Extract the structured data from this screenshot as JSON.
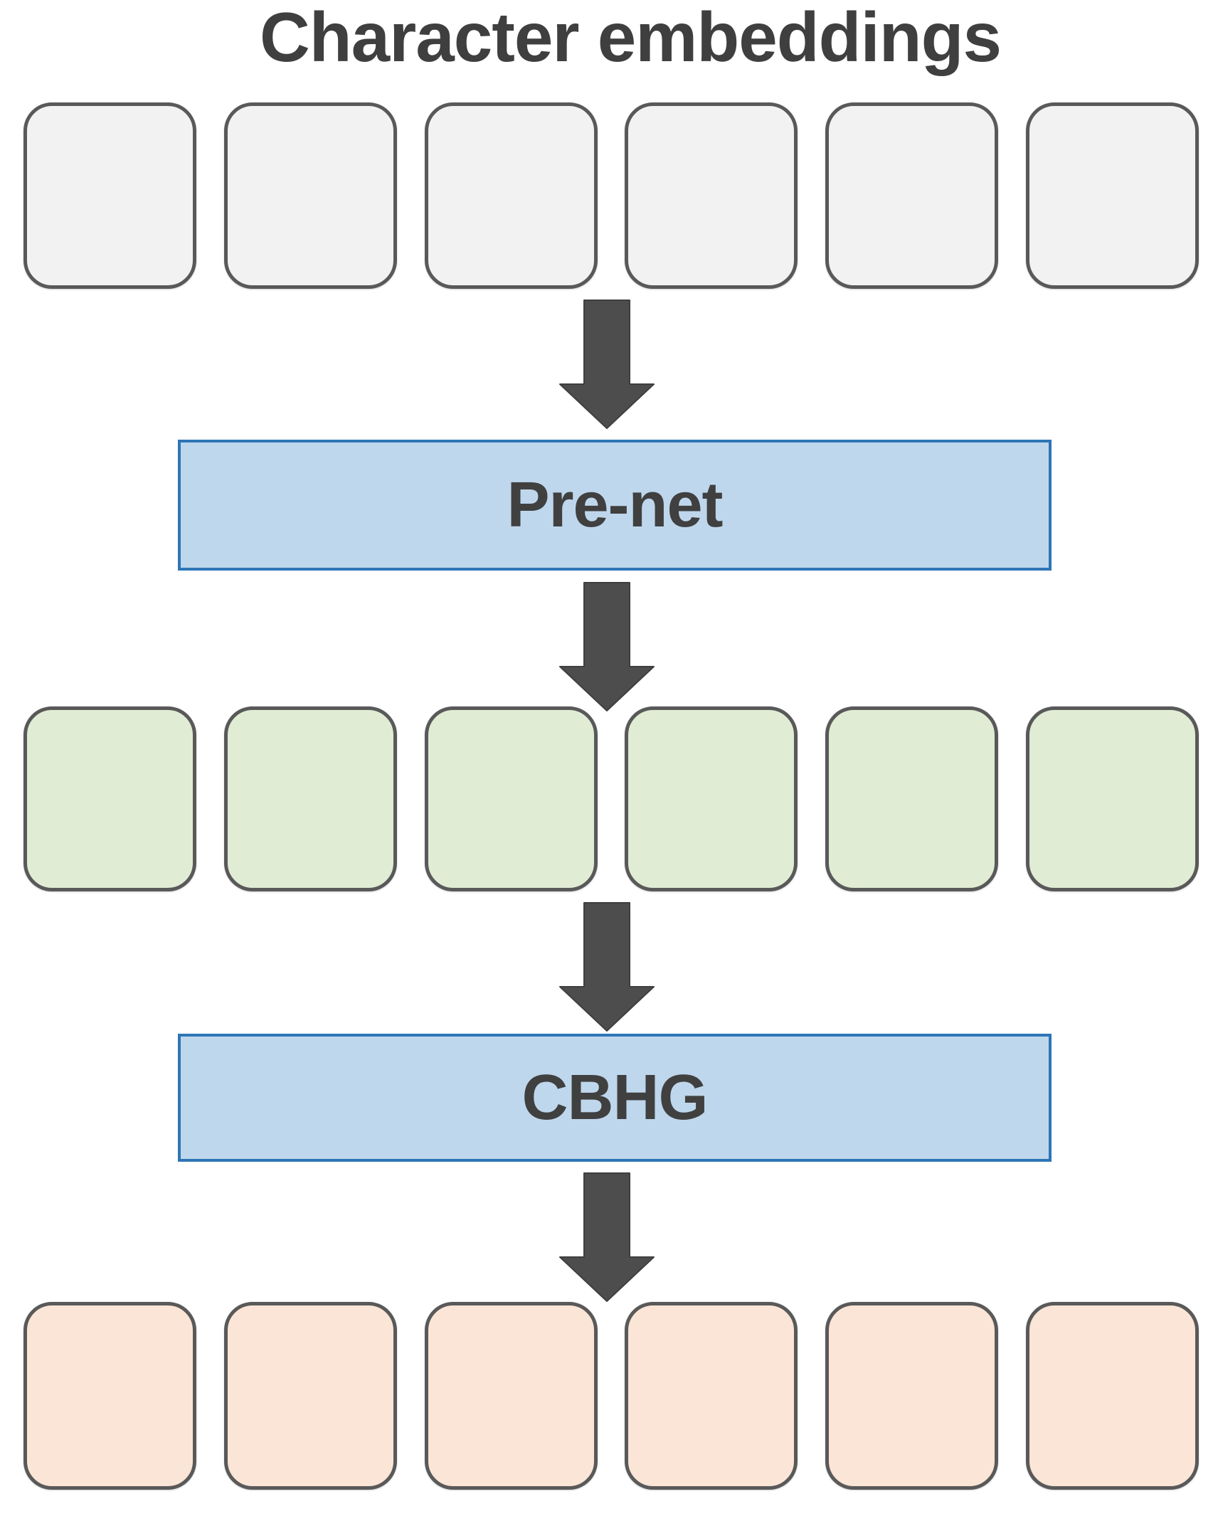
{
  "title": "Character embeddings",
  "modules": [
    {
      "id": "prenet",
      "label": "Pre-net"
    },
    {
      "id": "cbhg",
      "label": "CBHG"
    }
  ],
  "token_rows": [
    {
      "name": "character-embedding",
      "count": 6,
      "fill": "#f2f2f2",
      "border": "#595959"
    },
    {
      "name": "prenet-output",
      "count": 6,
      "fill": "#e0ecd4",
      "border": "#595959"
    },
    {
      "name": "cbhg-output",
      "count": 6,
      "fill": "#fbe5d6",
      "border": "#595959"
    }
  ],
  "arrows": {
    "count": 4,
    "color": "#4d4d4d",
    "outline": "#3f3f3f"
  },
  "colors": {
    "background": "#ffffff",
    "module_fill": "#bfd7ec",
    "module_border": "#2e75b6",
    "title_text": "#3f3f3f",
    "label_text": "#404040"
  }
}
